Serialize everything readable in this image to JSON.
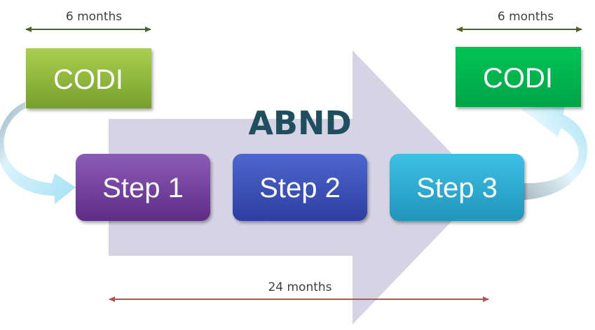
{
  "diagram": {
    "title": "ABND",
    "codi_left": {
      "label": "CODI",
      "duration": "6 months",
      "color": "#8dba3c"
    },
    "codi_right": {
      "label": "CODI",
      "duration": "6 months",
      "color": "#00b050"
    },
    "steps": [
      {
        "label": "Step 1",
        "color": "#7030a0"
      },
      {
        "label": "Step 2",
        "color": "#3a4fb8"
      },
      {
        "label": "Step 3",
        "color": "#2aa6cf"
      }
    ],
    "total_duration": "24 months",
    "colors": {
      "big_arrow": "#d5d3e2",
      "short_duration_arrow": "#4f6228",
      "long_duration_arrow": "#b85450",
      "curved_arrow": "#a9e4f5"
    }
  }
}
